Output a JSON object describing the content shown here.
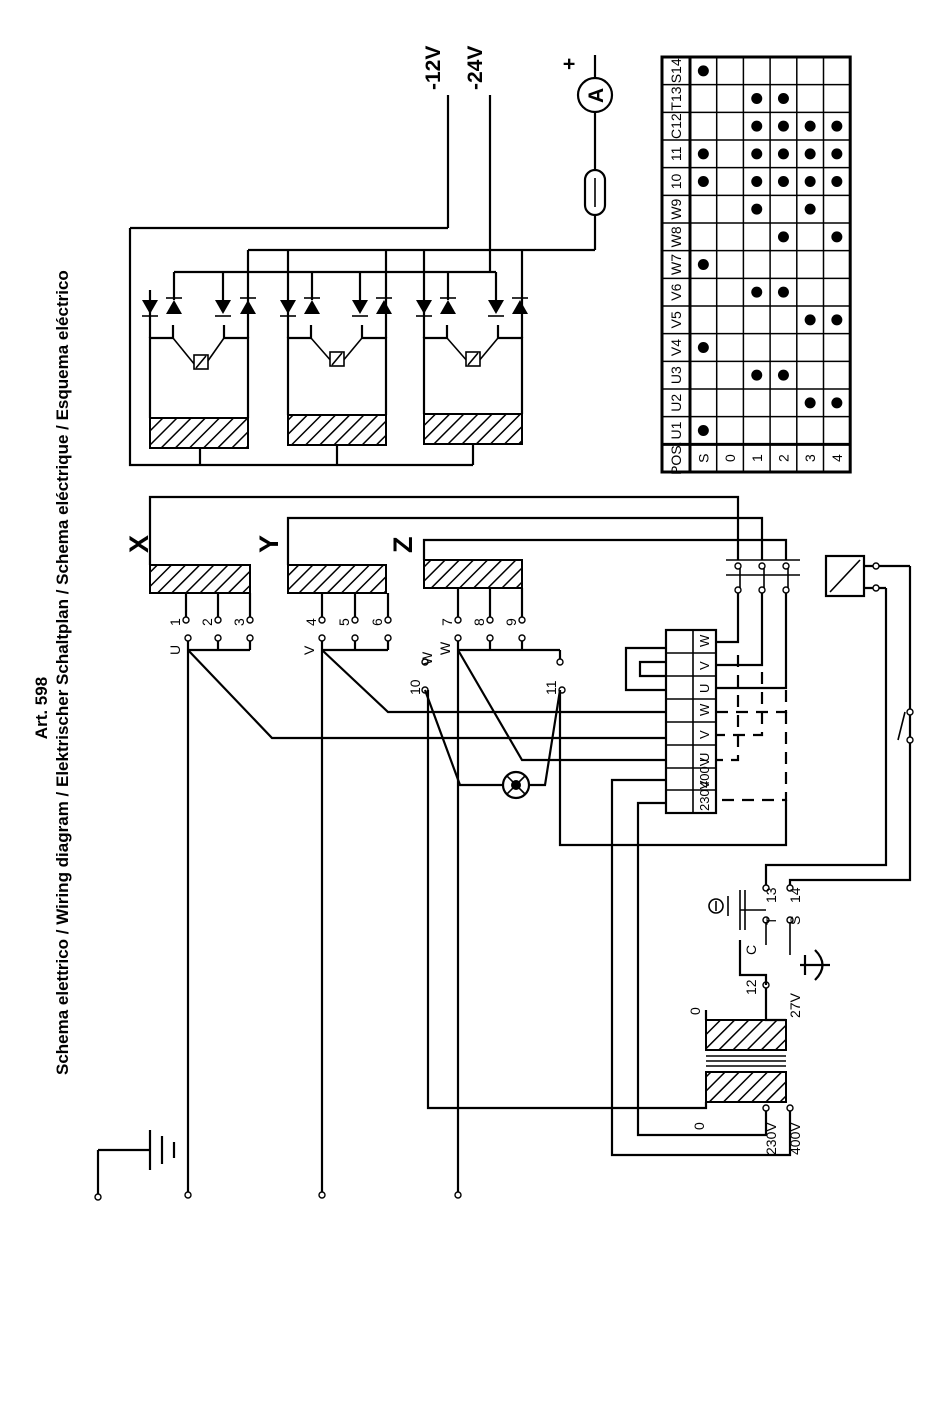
{
  "header": {
    "article": "Art. 598",
    "subtitle": "Schema elettrico / Wiring diagram / Elektrischer Schaltplan / Schema eléctrique / Esquema eléctrico"
  },
  "voltages": {
    "v12": "-12V",
    "v24": "-24V",
    "ammeter": "A",
    "plus": "+"
  },
  "coils": [
    "X",
    "Y",
    "Z"
  ],
  "coil_terminals": [
    "1",
    "2",
    "3",
    "4",
    "5",
    "6",
    "7",
    "8",
    "9"
  ],
  "phase_labels": [
    "U",
    "V",
    "W"
  ],
  "aux_terminals": [
    "10",
    "11"
  ],
  "switch_labels": [
    "W",
    "V",
    "U",
    "W",
    "V",
    "U",
    "400V",
    "230V"
  ],
  "transformer": {
    "primary": [
      "0",
      "230V",
      "400V"
    ],
    "secondary": [
      "0",
      "27V"
    ],
    "contacts": [
      "12",
      "C",
      "T",
      "13",
      "S",
      "14"
    ]
  },
  "table": {
    "headers": [
      "POS.",
      "U1",
      "U2",
      "U3",
      "V4",
      "V5",
      "V6",
      "W7",
      "W8",
      "W9",
      "10",
      "11",
      "C12",
      "T13",
      "S14"
    ],
    "rows": [
      {
        "pos": "S",
        "cells": [
          1,
          0,
          0,
          1,
          0,
          0,
          1,
          0,
          0,
          1,
          1,
          0,
          0,
          1
        ]
      },
      {
        "pos": "0",
        "cells": [
          0,
          0,
          0,
          0,
          0,
          0,
          0,
          0,
          0,
          0,
          0,
          0,
          0,
          0
        ]
      },
      {
        "pos": "1",
        "cells": [
          0,
          0,
          1,
          0,
          0,
          1,
          0,
          0,
          1,
          1,
          1,
          1,
          1,
          0
        ]
      },
      {
        "pos": "2",
        "cells": [
          0,
          0,
          1,
          0,
          0,
          1,
          0,
          1,
          0,
          1,
          1,
          1,
          1,
          0
        ]
      },
      {
        "pos": "3",
        "cells": [
          0,
          1,
          0,
          0,
          1,
          0,
          0,
          0,
          1,
          1,
          1,
          1,
          0,
          0
        ]
      },
      {
        "pos": "4",
        "cells": [
          0,
          1,
          0,
          0,
          1,
          0,
          0,
          1,
          0,
          1,
          1,
          1,
          0,
          0
        ]
      }
    ]
  }
}
